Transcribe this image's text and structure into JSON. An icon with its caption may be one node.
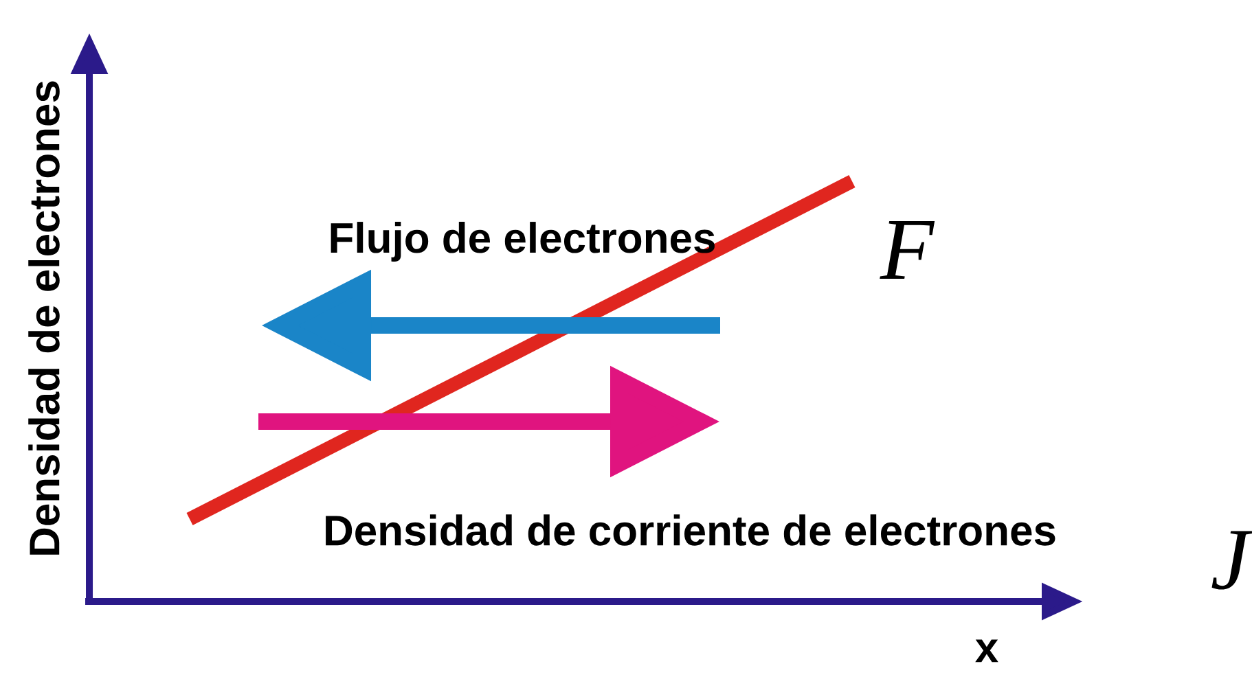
{
  "diagram": {
    "labels": [
      "Densidad de electrones",
      "Flujo de electrones",
      "F",
      "Densidad de corriente de electrones",
      "J",
      "x"
    ]
  }
}
